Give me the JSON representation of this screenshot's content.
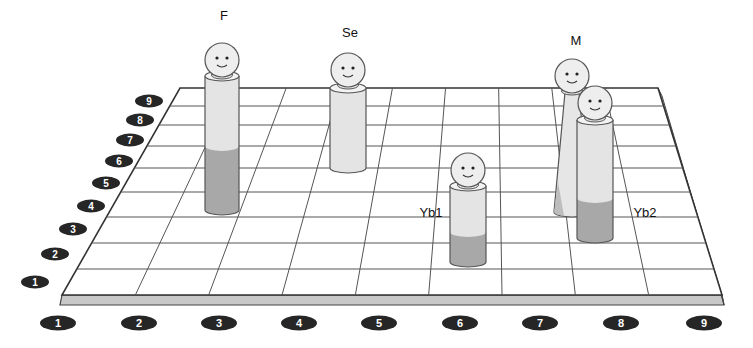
{
  "diagram": {
    "labels": [
      "F",
      "Se",
      "M",
      "Yb1",
      "Yb2",
      "1",
      "2",
      "3",
      "4",
      "5",
      "6",
      "7",
      "8",
      "9",
      "1",
      "2",
      "3",
      "4",
      "5",
      "6",
      "7",
      "8",
      "9"
    ]
  }
}
